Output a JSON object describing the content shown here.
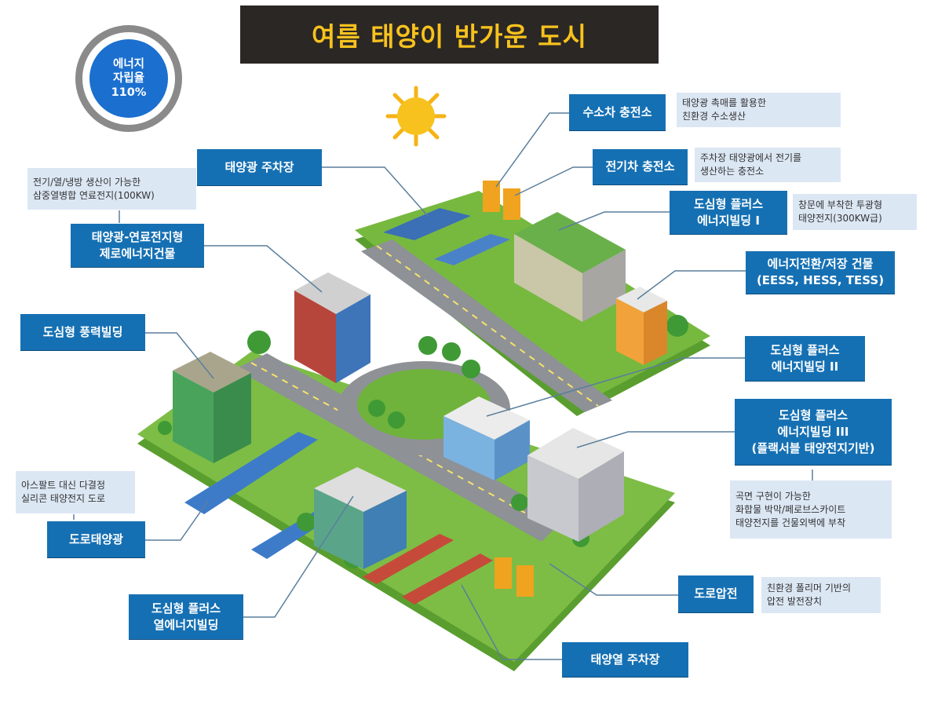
{
  "title": "여름 태양이 반가운 도시",
  "badge": {
    "line1": "에너지",
    "line2": "자립율",
    "line3": "110%"
  },
  "labels": {
    "hydrogen_station": "수소차 충전소",
    "ev_station": "전기차 충전소",
    "solar_parking": "태양광 주차장",
    "plus_energy_1": [
      "도심형 플러스",
      "에너지빌딩 I"
    ],
    "energy_storage": [
      "에너지전환/저장 건물",
      "(EESS, HESS, TESS)"
    ],
    "zero_energy": [
      "태양광-연료전지형",
      "제로에너지건물"
    ],
    "wind_building": "도심형 풍력빌딩",
    "plus_energy_2": [
      "도심형 플러스",
      "에너지빌딩 II"
    ],
    "plus_energy_3": [
      "도심형 플러스",
      "에너지빌딩 III",
      "(플랙서블 태양전지기반)"
    ],
    "road_solar": "도로태양광",
    "thermal_building": [
      "도심형 플러스",
      "열에너지빌딩"
    ],
    "road_piezo": "도로압전",
    "solar_thermal_parking": "태양열 주차장"
  },
  "notes": {
    "hydrogen": [
      "태양광 촉매를 활용한",
      "친환경 수소생산"
    ],
    "ev": [
      "주차장 태양광에서 전기를",
      "생산하는 충전소"
    ],
    "plus1": [
      "창문에 부착한 투광형",
      "태양전지(300KW급)"
    ],
    "fuelcell": [
      "전기/열/냉방 생산이 가능한",
      "삼중열병합 연료전지(100KW)"
    ],
    "asphalt": [
      "아스팔트 대신 다결정",
      "실리콘 태양전지 도로"
    ],
    "flex": [
      "곡면 구현이 가능한",
      "화합물 박막/페로브스카이트",
      "태양전지를 건물외벽에 부착"
    ],
    "piezo": [
      "친환경 폴리머 기반의",
      "압전 발전장치"
    ]
  },
  "colors": {
    "label_bg": "#1570b3",
    "note_bg": "#dce7f4",
    "title_bg": "#2b2724",
    "title_text": "#f7c21e",
    "grass": "#6fb33c",
    "road": "#8e9196"
  }
}
